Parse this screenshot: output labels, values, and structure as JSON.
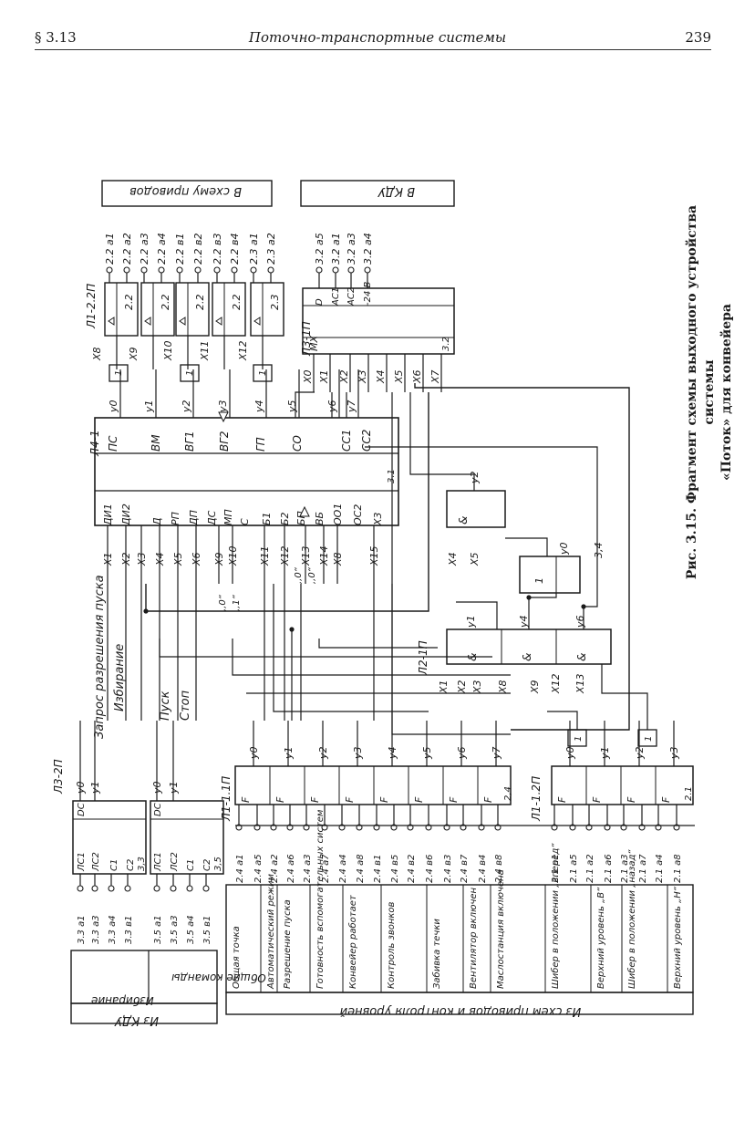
{
  "header": {
    "section": "§ 3.13",
    "running_title": "Поточно-транспортные системы",
    "page_number": "239"
  },
  "caption": {
    "line1": "Рис. 3.15. Фрагмент схемы выходного устройства системы",
    "line2": "«Поток» для конвейера"
  },
  "blocks": {
    "out_drives": "В схему приводов",
    "out_kdu": "В КДУ",
    "in_kdu": "Из КДУ",
    "in_drives": "Из схем приводов и контроля уровней"
  },
  "elements": {
    "l1_22": "Л1-2.2П",
    "l3_1p": "Л3-1П",
    "l4_1": "Л4-1",
    "l3_2p": "Л3-2П",
    "l1_11p": "Л1-1.1П",
    "l1_12p": "Л1-1.2П",
    "l2_1p": "Л2-1П"
  },
  "out_drive_addrs": [
    "2.2 а1",
    "2.2 а2",
    "2.2 а3",
    "2.2 а4",
    "2.2 в1",
    "2.2 в2",
    "2.2 в3",
    "2.2 в4",
    "2.3 а1",
    "2.3 а2"
  ],
  "out_kdu_addrs": [
    "3.2 а5",
    "3.2 а1",
    "3.2 а3",
    "3.2 а4"
  ],
  "l4_inputs": [
    "ДИ1",
    "ДИ2",
    "Д",
    "РП",
    "ДП",
    "ДС",
    "МП",
    "С",
    "Б1",
    "Б2",
    "БП",
    "ВБ",
    "ОО1",
    "ОС2",
    "Х3"
  ],
  "l4_outputs": [
    "ПС",
    "ВМ",
    "ВГ1",
    "ВГ2",
    "ГП",
    "СО",
    "СС1",
    "СС2"
  ],
  "l4_in_wires": [
    "Х1",
    "Х2",
    "Х3",
    "Х4",
    "Х5",
    "Х6",
    "Х9",
    "Х10",
    "Х11",
    "Х12",
    "Х13",
    "Х14",
    "Х8",
    "Х15"
  ],
  "l4_y_labels": [
    "у0",
    "у1",
    "у2",
    "у3",
    "у4",
    "у5",
    "у6",
    "у7"
  ],
  "drive_x": [
    "Х8",
    "Х9",
    "Х10",
    "Х11",
    "Х12"
  ],
  "drive_cells": [
    "2.2",
    "2.2",
    "2.2",
    "2.2",
    "2.3"
  ],
  "mux_ins": [
    "Х0",
    "Х1",
    "Х2",
    "Х3",
    "Х4",
    "Х5",
    "Х6",
    "Х7"
  ],
  "mux_outs": [
    "D",
    "АС1",
    "АС2",
    "-24 В"
  ],
  "signal_labels": {
    "start_req": "Запрос разрешения пуска",
    "select": "Избирание",
    "start": "Пуск",
    "stop": "Стоп",
    "zero": ",,0“",
    "one": ",,1“"
  },
  "l3_2p_ins": [
    "ЛС1",
    "ЛС2",
    "С1",
    "С2"
  ],
  "l3_2p_dc": "DC",
  "l3_2p_cells": [
    "3,3",
    "3,5"
  ],
  "in_kdu_addrs_a": [
    "3.3 а1",
    "3.3 а3",
    "3.3 а4",
    "3.3 в1"
  ],
  "in_kdu_addrs_b": [
    "3.5 а1",
    "3.5 а3",
    "3.5 а4",
    "3.5 в1"
  ],
  "in_kdu_groups": [
    "Избирание",
    "Общие команды"
  ],
  "l1_11p_addrs": [
    "2.4 а1",
    "2.4 а5",
    "2.4 а2",
    "2.4 а6",
    "2.4 а3",
    "2.4 а7",
    "2.4 а4",
    "2.4 а8",
    "2.4 в1",
    "2.4 в5",
    "2.4 в2",
    "2.4 в6",
    "2.4 в3",
    "2.4 в7",
    "2.4 в4",
    "2.4 в8"
  ],
  "l1_12p_addrs": [
    "2.1 а1",
    "2.1 а5",
    "2.1 а2",
    "2.1 а6",
    "2.1 а3",
    "2.1 а7",
    "2.1 а4",
    "2.1 а8"
  ],
  "in_signals": [
    "Общая точка",
    "Автоматический режим",
    "Разрешение пуска",
    "Готовность вспомогательных систем",
    "Конвейер работает",
    "Контроль звонков",
    "Забивка течки",
    "Вентилятор включен",
    "Маслостанция включена",
    "Шибер в положении „вперед“",
    "Верхний уровень „В“",
    "Шибер в положении „назад“",
    "Верхний уровень „Н“"
  ],
  "l2_labels": [
    "у1",
    "у4",
    "у6",
    "Х1",
    "Х2",
    "Х3",
    "Х8",
    "Х9",
    "Х12",
    "Х13",
    "Х4",
    "Х5",
    "у2",
    "у0",
    "3,4"
  ],
  "l11_y": [
    "у0",
    "у1",
    "у2",
    "у3",
    "у4",
    "у5",
    "у6",
    "у7",
    "2,4"
  ],
  "l12_y": [
    "у0",
    "у1",
    "у2",
    "у3",
    "2.1"
  ],
  "gate_symbols": {
    "and": "&",
    "f": "F",
    "one": "1",
    "mx": "MX",
    "cell_31": "3.1",
    "cell_32": "3.2"
  }
}
